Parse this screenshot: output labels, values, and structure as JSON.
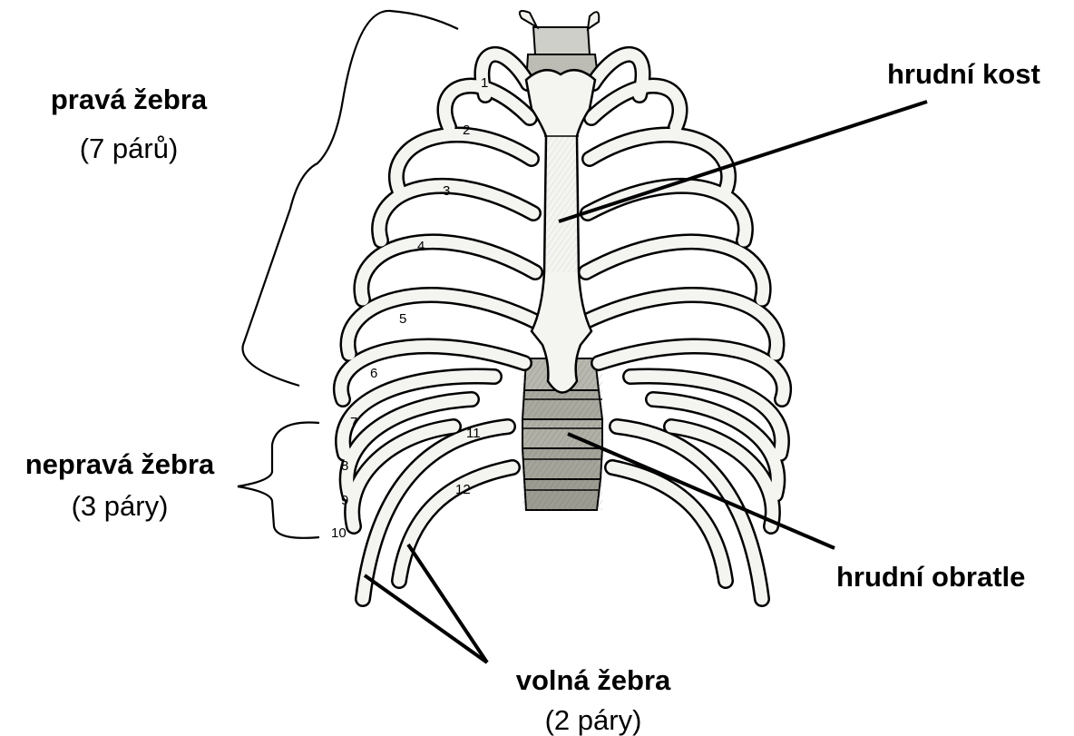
{
  "labels": {
    "true_ribs": {
      "title": "pravá žebra",
      "subtitle": "(7 párů)"
    },
    "false_ribs": {
      "title": "nepravá žebra",
      "subtitle": "(3 páry)"
    },
    "floating_ribs": {
      "title": "volná žebra",
      "subtitle": "(2 páry)"
    },
    "sternum": {
      "title": "hrudní kost"
    },
    "vertebrae": {
      "title": "hrudní obratle"
    }
  },
  "rib_numbers": [
    "1",
    "2",
    "3",
    "4",
    "5",
    "6",
    "7",
    "8",
    "9",
    "10",
    "11",
    "12"
  ],
  "colors": {
    "ink": "#000000",
    "bone": "#f4f4f1",
    "background": "#ffffff"
  }
}
